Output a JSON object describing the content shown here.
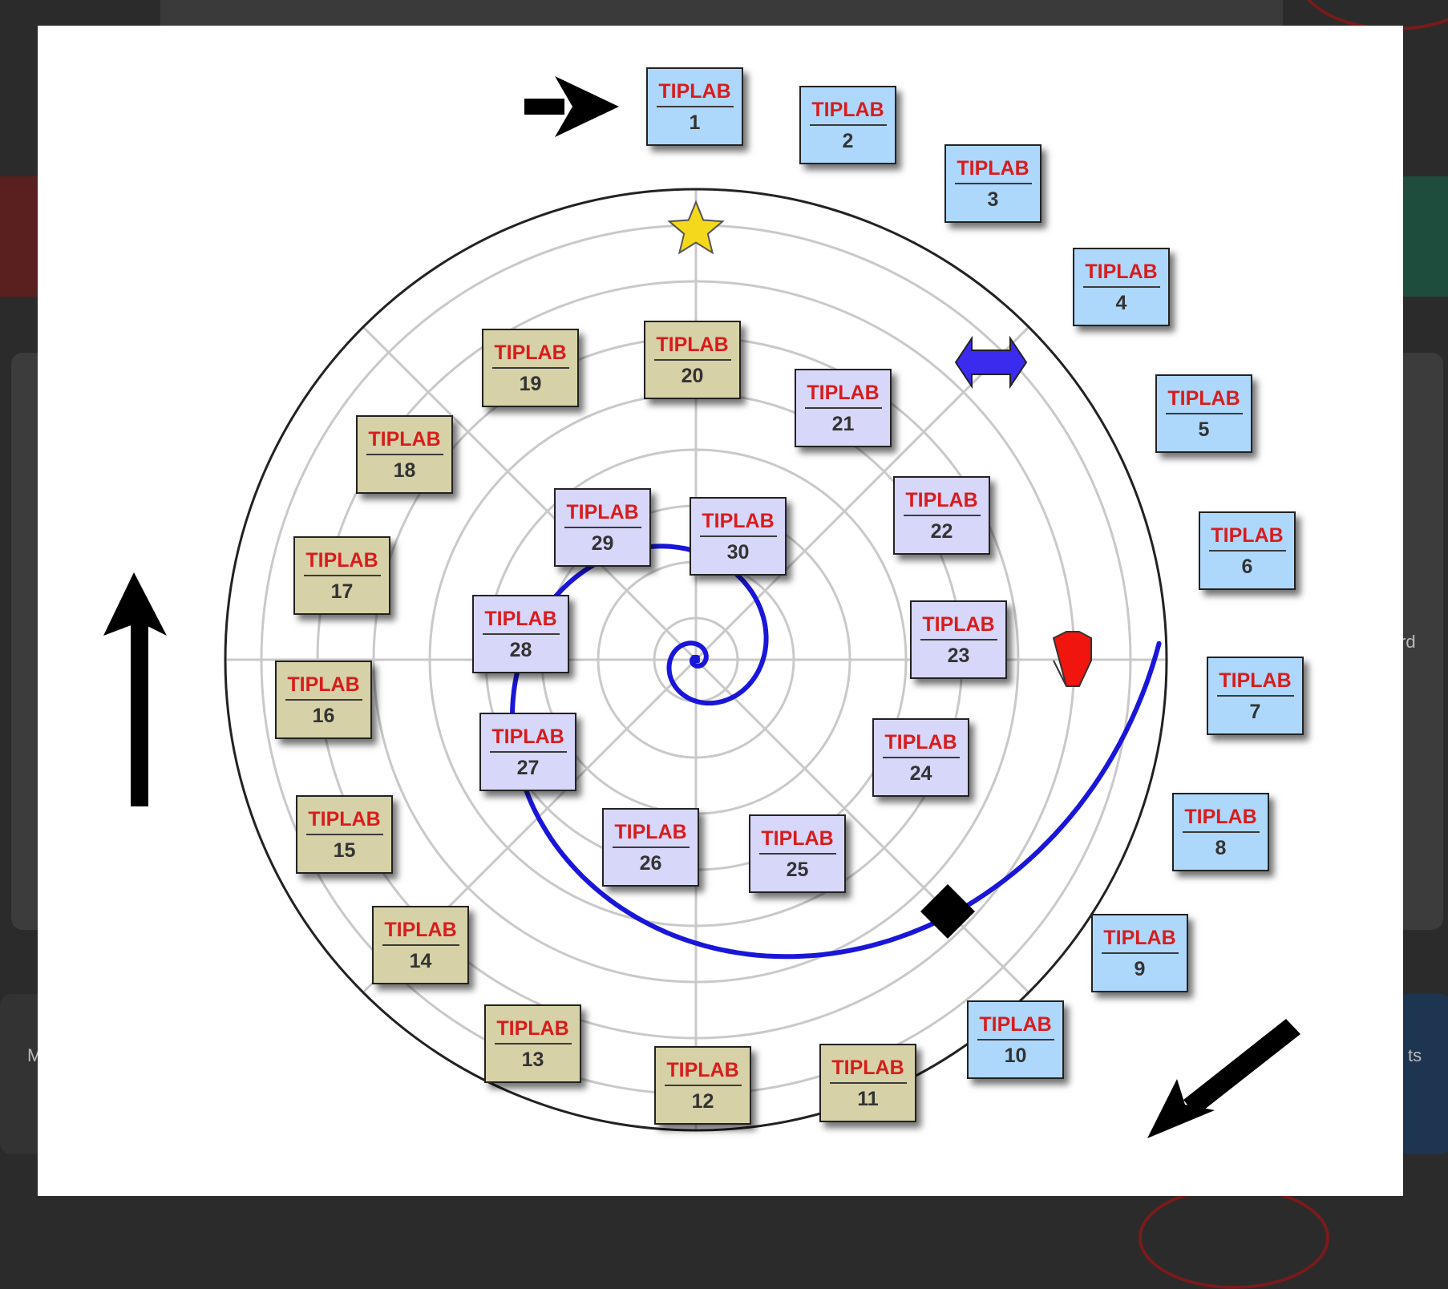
{
  "board": {
    "tile_label": "TIPLAB",
    "colors": {
      "outer_tile": "#aed8fb",
      "middle_tile": "#d6d1a7",
      "inner_tile": "#d7d7fa",
      "tile_text": "#d81c1c",
      "spiral": "#1a16d9",
      "star": "#f4d81c",
      "hexagon": "#f0150d",
      "double_arrow": "#3a2bee",
      "diamond": "#000000"
    },
    "tiles": [
      {
        "number": "1",
        "ring": "outer"
      },
      {
        "number": "2",
        "ring": "outer"
      },
      {
        "number": "3",
        "ring": "outer"
      },
      {
        "number": "4",
        "ring": "outer"
      },
      {
        "number": "5",
        "ring": "outer"
      },
      {
        "number": "6",
        "ring": "outer"
      },
      {
        "number": "7",
        "ring": "outer"
      },
      {
        "number": "8",
        "ring": "outer"
      },
      {
        "number": "9",
        "ring": "outer"
      },
      {
        "number": "10",
        "ring": "outer"
      },
      {
        "number": "11",
        "ring": "middle"
      },
      {
        "number": "12",
        "ring": "middle"
      },
      {
        "number": "13",
        "ring": "middle"
      },
      {
        "number": "14",
        "ring": "middle"
      },
      {
        "number": "15",
        "ring": "middle"
      },
      {
        "number": "16",
        "ring": "middle"
      },
      {
        "number": "17",
        "ring": "middle"
      },
      {
        "number": "18",
        "ring": "middle"
      },
      {
        "number": "19",
        "ring": "middle"
      },
      {
        "number": "20",
        "ring": "middle"
      },
      {
        "number": "21",
        "ring": "inner"
      },
      {
        "number": "22",
        "ring": "inner"
      },
      {
        "number": "23",
        "ring": "inner"
      },
      {
        "number": "24",
        "ring": "inner"
      },
      {
        "number": "25",
        "ring": "inner"
      },
      {
        "number": "26",
        "ring": "inner"
      },
      {
        "number": "27",
        "ring": "inner"
      },
      {
        "number": "28",
        "ring": "inner"
      },
      {
        "number": "29",
        "ring": "inner"
      },
      {
        "number": "30",
        "ring": "inner"
      }
    ],
    "markers": [
      "star-icon",
      "double-arrow-icon",
      "hexagon-icon",
      "diamond-icon"
    ],
    "direction_arrows": [
      "arrow-right-icon",
      "arrow-up-icon",
      "arrow-down-left-icon"
    ]
  },
  "background_edge_text": {
    "right_mid": "rd",
    "left_bottom": "M",
    "right_bottom": "ts"
  }
}
